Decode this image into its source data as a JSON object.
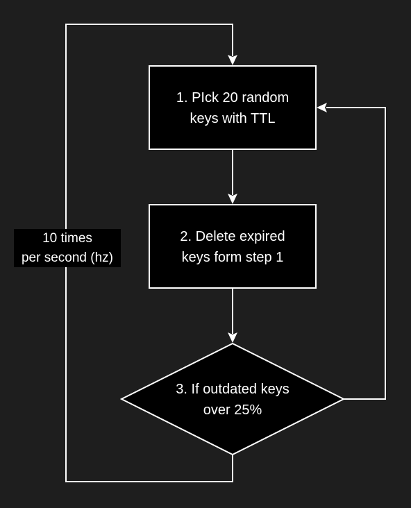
{
  "diagram": {
    "nodes": {
      "step1": {
        "line1": "1. PIck 20 random",
        "line2": "keys with TTL"
      },
      "step2": {
        "line1": "2. Delete expired",
        "line2": "keys form step 1"
      },
      "step3": {
        "line1": "3. If outdated keys",
        "line2": "over 25%"
      }
    },
    "loop_label": {
      "line1": "10 times",
      "line2": "per second (hz)"
    }
  },
  "colors": {
    "background": "#1e1e1e",
    "node_fill": "#000000",
    "stroke": "#ffffff",
    "text": "#ffffff"
  }
}
